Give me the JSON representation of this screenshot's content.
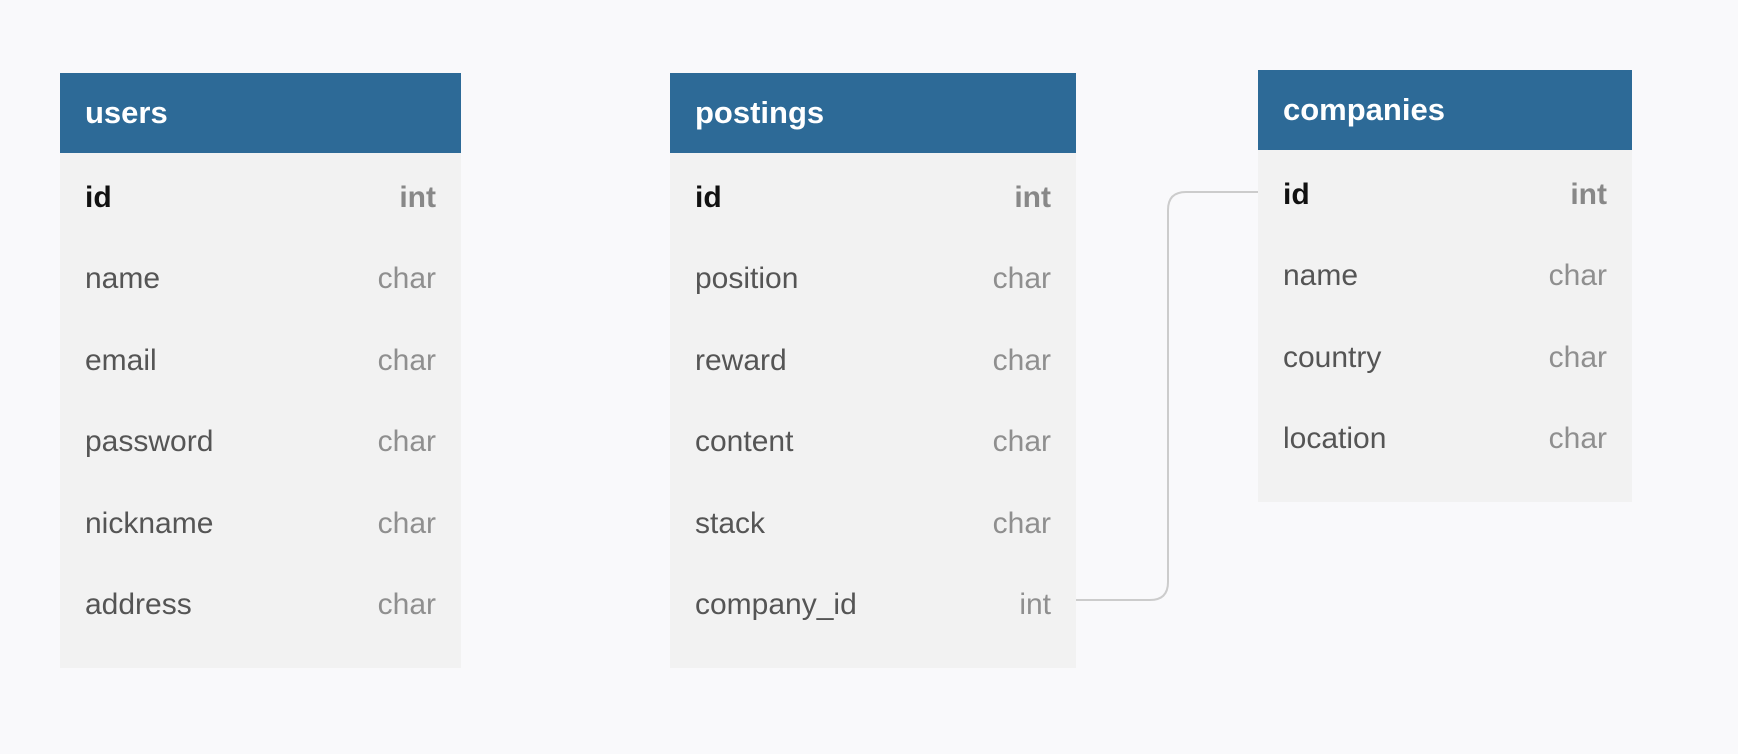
{
  "tables": [
    {
      "name": "users",
      "columns": [
        {
          "name": "id",
          "type": "int",
          "primary": true
        },
        {
          "name": "name",
          "type": "char",
          "primary": false
        },
        {
          "name": "email",
          "type": "char",
          "primary": false
        },
        {
          "name": "password",
          "type": "char",
          "primary": false
        },
        {
          "name": "nickname",
          "type": "char",
          "primary": false
        },
        {
          "name": "address",
          "type": "char",
          "primary": false
        }
      ]
    },
    {
      "name": "postings",
      "columns": [
        {
          "name": "id",
          "type": "int",
          "primary": true
        },
        {
          "name": "position",
          "type": "char",
          "primary": false
        },
        {
          "name": "reward",
          "type": "char",
          "primary": false
        },
        {
          "name": "content",
          "type": "char",
          "primary": false
        },
        {
          "name": "stack",
          "type": "char",
          "primary": false
        },
        {
          "name": "company_id",
          "type": "int",
          "primary": false
        }
      ]
    },
    {
      "name": "companies",
      "columns": [
        {
          "name": "id",
          "type": "int",
          "primary": true
        },
        {
          "name": "name",
          "type": "char",
          "primary": false
        },
        {
          "name": "country",
          "type": "char",
          "primary": false
        },
        {
          "name": "location",
          "type": "char",
          "primary": false
        }
      ]
    }
  ],
  "relations": [
    {
      "from_table": "postings",
      "from_column": "company_id",
      "to_table": "companies",
      "to_column": "id"
    }
  ],
  "colors": {
    "header_bg": "#2d6a97",
    "header_text": "#ffffff",
    "table_bg": "#f2f2f2",
    "canvas_bg": "#f9f9fb",
    "connector": "#cccccc"
  }
}
